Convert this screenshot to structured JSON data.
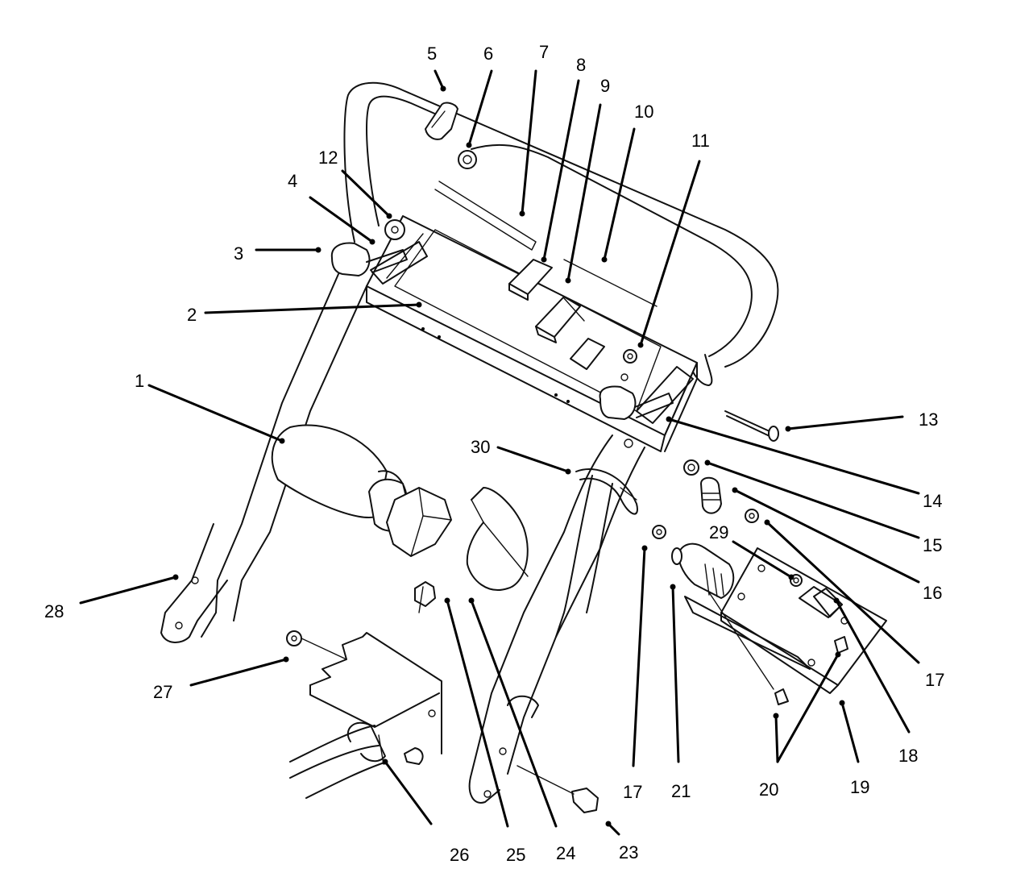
{
  "diagram": {
    "callouts": [
      {
        "id": "c1",
        "label": "1"
      },
      {
        "id": "c2",
        "label": "2"
      },
      {
        "id": "c3",
        "label": "3"
      },
      {
        "id": "c4",
        "label": "4"
      },
      {
        "id": "c5",
        "label": "5"
      },
      {
        "id": "c6",
        "label": "6"
      },
      {
        "id": "c7",
        "label": "7"
      },
      {
        "id": "c8",
        "label": "8"
      },
      {
        "id": "c9",
        "label": "9"
      },
      {
        "id": "c10",
        "label": "10"
      },
      {
        "id": "c11",
        "label": "11"
      },
      {
        "id": "c12",
        "label": "12"
      },
      {
        "id": "c13",
        "label": "13"
      },
      {
        "id": "c14",
        "label": "14"
      },
      {
        "id": "c15",
        "label": "15"
      },
      {
        "id": "c16",
        "label": "16"
      },
      {
        "id": "c17a",
        "label": "17"
      },
      {
        "id": "c17b",
        "label": "17"
      },
      {
        "id": "c18",
        "label": "18"
      },
      {
        "id": "c19",
        "label": "19"
      },
      {
        "id": "c20",
        "label": "20"
      },
      {
        "id": "c21",
        "label": "21"
      },
      {
        "id": "c23",
        "label": "23"
      },
      {
        "id": "c24",
        "label": "24"
      },
      {
        "id": "c25",
        "label": "25"
      },
      {
        "id": "c26",
        "label": "26"
      },
      {
        "id": "c27",
        "label": "27"
      },
      {
        "id": "c28",
        "label": "28"
      },
      {
        "id": "c29",
        "label": "29"
      },
      {
        "id": "c30",
        "label": "30"
      }
    ]
  }
}
